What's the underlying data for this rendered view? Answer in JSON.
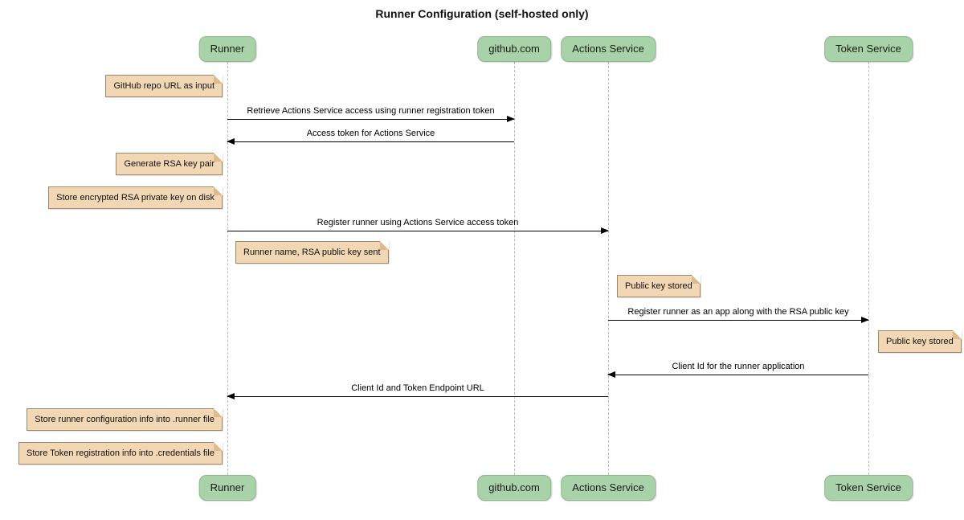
{
  "title": "Runner Configuration (self-hosted only)",
  "participants": [
    {
      "label": "Runner"
    },
    {
      "label": "github.com"
    },
    {
      "label": "Actions Service"
    },
    {
      "label": "Token Service"
    }
  ],
  "notes": [
    {
      "text": "GitHub repo URL as input"
    },
    {
      "text": "Generate RSA key pair"
    },
    {
      "text": "Store encrypted RSA private key on disk"
    },
    {
      "text": "Runner name, RSA public key sent"
    },
    {
      "text": "Public key stored"
    },
    {
      "text": "Public key stored"
    },
    {
      "text": "Store runner configuration info into .runner file"
    },
    {
      "text": "Store Token registration info into .credentials file"
    }
  ],
  "messages": [
    {
      "text": "Retrieve Actions Service access using runner registration token",
      "from": "Runner",
      "to": "github.com",
      "direction": "right"
    },
    {
      "text": "Access token for Actions Service",
      "from": "github.com",
      "to": "Runner",
      "direction": "left"
    },
    {
      "text": "Register runner using Actions Service access token",
      "from": "Runner",
      "to": "Actions Service",
      "direction": "right"
    },
    {
      "text": "Register runner as an app along with the RSA public key",
      "from": "Actions Service",
      "to": "Token Service",
      "direction": "right"
    },
    {
      "text": "Client Id for the runner application",
      "from": "Token Service",
      "to": "Actions Service",
      "direction": "left"
    },
    {
      "text": "Client Id and Token Endpoint URL",
      "from": "Actions Service",
      "to": "Runner",
      "direction": "left"
    }
  ],
  "colors": {
    "participant_fill": "#a8d3a8",
    "participant_border": "#8cb88c",
    "note_fill": "#f2d7b4",
    "note_border": "#9b8a6a",
    "lifeline": "#b9b9b9",
    "arrow": "#000000",
    "background": "#ffffff"
  }
}
